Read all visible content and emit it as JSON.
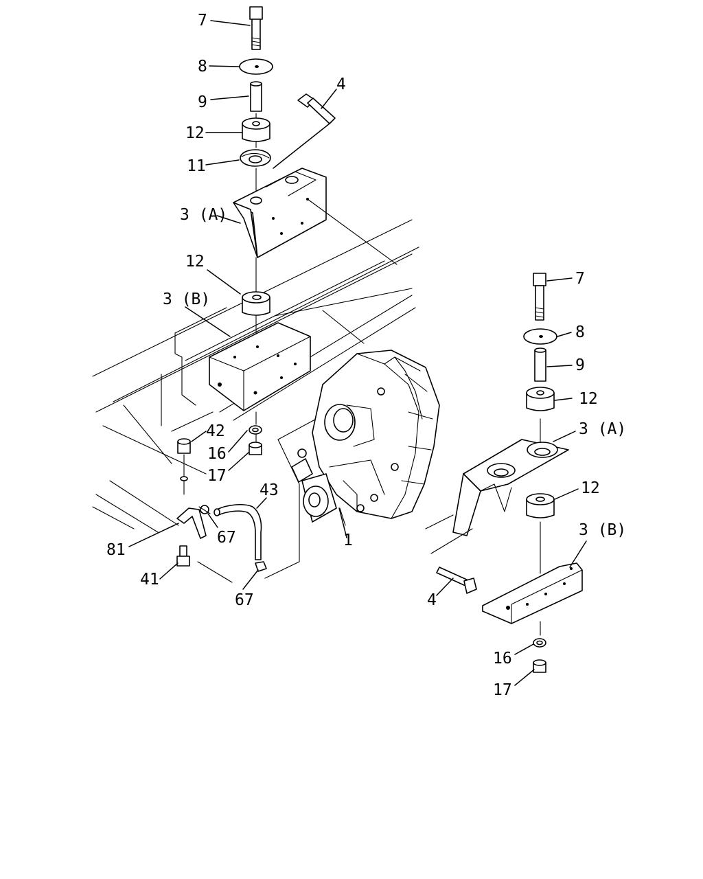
{
  "labels": {
    "l_7_top": "7",
    "l_8_top": "8",
    "l_9_top": "9",
    "l_4_top": "4",
    "l_12_top": "12",
    "l_11": "11",
    "l_3a_left": "3 (A)",
    "l_12_mid_left": "12",
    "l_3b_left": "3 (B)",
    "l_42": "42",
    "l_16_left": "16",
    "l_17_left": "17",
    "l_43": "43",
    "l_67_upper": "67",
    "l_81": "81",
    "l_1": "1",
    "l_41": "41",
    "l_67_lower": "67",
    "l_7_right": "7",
    "l_8_right": "8",
    "l_9_right": "9",
    "l_12_right_upper": "12",
    "l_3a_right": "3 (A)",
    "l_12_right_lower": "12",
    "l_3b_right": "3 (B)",
    "l_4_bottom": "4",
    "l_16_right": "16",
    "l_17_right": "17"
  }
}
